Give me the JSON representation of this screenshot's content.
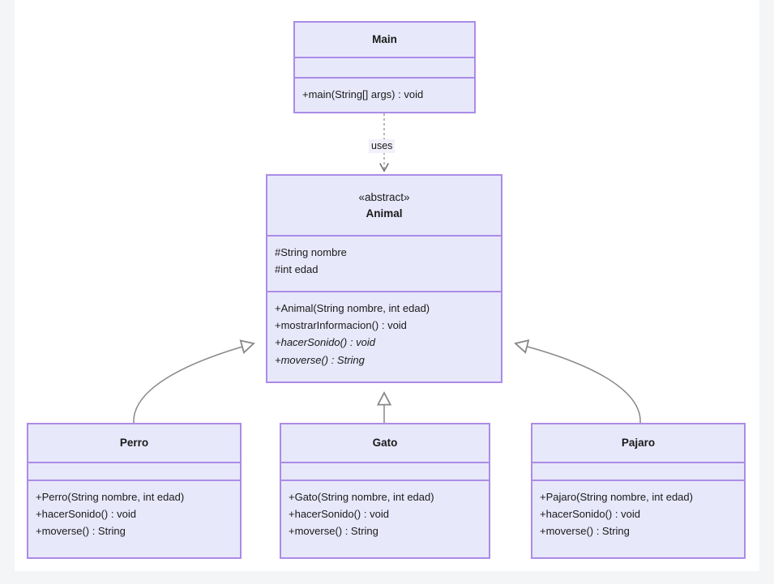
{
  "diagram": {
    "type": "uml-class-diagram",
    "background_color": "#f4f5f7",
    "canvas_color": "#ffffff",
    "class_fill_color": "#e8e8fb",
    "class_border_color": "#ab8ce6",
    "connector_color": "#888888",
    "classes": [
      {
        "id": "main",
        "name": "Main",
        "stereotype": "",
        "attributes": [],
        "methods": [
          {
            "text": "+main(String[] args) : void",
            "abstract": false
          }
        ]
      },
      {
        "id": "animal",
        "name": "Animal",
        "stereotype": "«abstract»",
        "attributes": [
          {
            "text": "#String nombre",
            "abstract": false
          },
          {
            "text": "#int edad",
            "abstract": false
          }
        ],
        "methods": [
          {
            "text": "+Animal(String nombre, int edad)",
            "abstract": false
          },
          {
            "text": "+mostrarInformacion() : void",
            "abstract": false
          },
          {
            "text": "+hacerSonido() : void",
            "abstract": true
          },
          {
            "text": "+moverse() : String",
            "abstract": true
          }
        ]
      },
      {
        "id": "perro",
        "name": "Perro",
        "stereotype": "",
        "attributes": [],
        "methods": [
          {
            "text": "+Perro(String nombre, int edad)",
            "abstract": false
          },
          {
            "text": "+hacerSonido() : void",
            "abstract": false
          },
          {
            "text": "+moverse() : String",
            "abstract": false
          }
        ]
      },
      {
        "id": "gato",
        "name": "Gato",
        "stereotype": "",
        "attributes": [],
        "methods": [
          {
            "text": "+Gato(String nombre, int edad)",
            "abstract": false
          },
          {
            "text": "+hacerSonido() : void",
            "abstract": false
          },
          {
            "text": "+moverse() : String",
            "abstract": false
          }
        ]
      },
      {
        "id": "pajaro",
        "name": "Pajaro",
        "stereotype": "",
        "attributes": [],
        "methods": [
          {
            "text": "+Pajaro(String nombre, int edad)",
            "abstract": false
          },
          {
            "text": "+hacerSonido() : void",
            "abstract": false
          },
          {
            "text": "+moverse() : String",
            "abstract": false
          }
        ]
      }
    ],
    "connectors": [
      {
        "id": "main-uses-animal",
        "kind": "dependency",
        "from": "main",
        "to": "animal",
        "label": "uses",
        "style": "dashed",
        "arrowhead": "open"
      },
      {
        "id": "perro-extends-animal",
        "kind": "generalization",
        "from": "perro",
        "to": "animal",
        "label": "",
        "style": "solid",
        "arrowhead": "hollow-triangle"
      },
      {
        "id": "gato-extends-animal",
        "kind": "generalization",
        "from": "gato",
        "to": "animal",
        "label": "",
        "style": "solid",
        "arrowhead": "hollow-triangle"
      },
      {
        "id": "pajaro-extends-animal",
        "kind": "generalization",
        "from": "pajaro",
        "to": "animal",
        "label": "",
        "style": "solid",
        "arrowhead": "hollow-triangle"
      }
    ]
  }
}
